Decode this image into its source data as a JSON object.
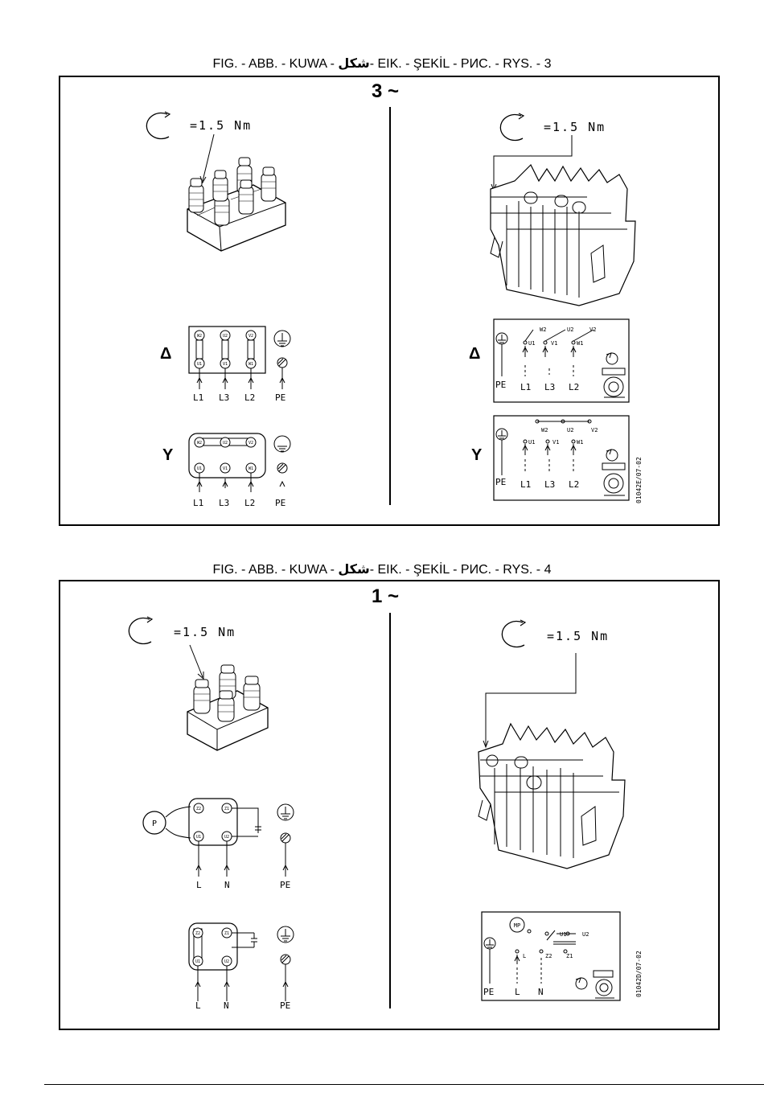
{
  "figure3": {
    "caption": {
      "pre": "FIG. - ABB. - KUWA - ",
      "arabic": "شكل",
      "post": "- EIK. - ŞEKİL - РИС. - RYS. - 3"
    },
    "phase_label": "3 ~",
    "torque_left": "=1.5 Nm",
    "torque_right": "=1.5 Nm",
    "delta_symbol": "Δ",
    "star_symbol": "Y",
    "left_delta_terminals_top": [
      "W2",
      "U2",
      "V2"
    ],
    "left_delta_terminals_bottom": [
      "U1",
      "V1",
      "W1"
    ],
    "left_star_terminals_top": [
      "W2",
      "U2",
      "V2"
    ],
    "left_star_terminals_bottom": [
      "U1",
      "V1",
      "W1"
    ],
    "left_lines": [
      "L1",
      "L3",
      "L2",
      "PE"
    ],
    "right_top_terms": [
      "W2",
      "U2",
      "V2"
    ],
    "right_bottom_terms": [
      "U1",
      "V1",
      "W1"
    ],
    "right_lines": [
      "L1",
      "L3",
      "L2"
    ],
    "pe_label": "PE",
    "drawing_code": "01042E/07-02"
  },
  "figure4": {
    "caption": {
      "pre": "FIG. - ABB. - KUWA - ",
      "arabic": "شكل",
      "post": "- EIK. - ŞEKİL - РИС. - RYS. - 4"
    },
    "phase_label": "1 ~",
    "torque_left": "=1.5 Nm",
    "torque_right": "=1.5 Nm",
    "protector_label": "P",
    "terminals_top": [
      "Z2",
      "Z1"
    ],
    "terminals_bottom": [
      "U1",
      "U2"
    ],
    "lines": [
      "L",
      "N",
      "PE"
    ],
    "mp_label": "MP",
    "right_terms_top": [
      "U1",
      "U2"
    ],
    "right_terms_bottom": [
      "Z2",
      "Z1"
    ],
    "right_lines": [
      "PE",
      "L",
      "N"
    ],
    "drawing_code": "01042D/07-02"
  }
}
